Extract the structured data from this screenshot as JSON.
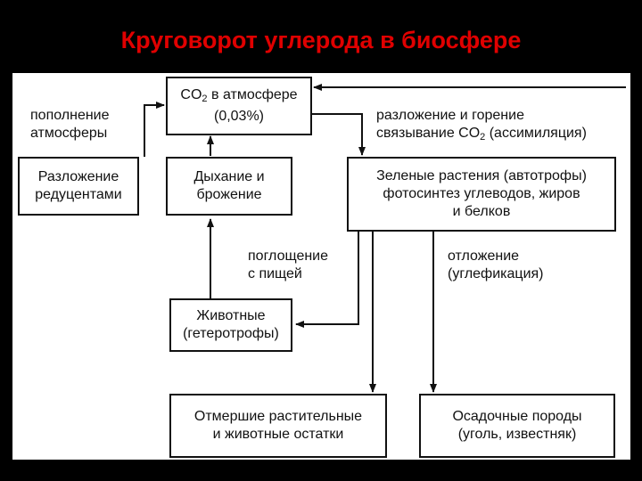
{
  "title": "Круговорот углерода в биосфере",
  "colors": {
    "title": "#e00000",
    "background": "#000000",
    "panel": "#ffffff",
    "ink": "#111111"
  },
  "boxes": {
    "atmosphere": {
      "line1_pre": "CO",
      "line1_sub": "2",
      "line1_post": " в атмосфере",
      "line2": "(0,03%)"
    },
    "decomposers": {
      "line1": "Разложение",
      "line2": "редуцентами"
    },
    "respiration": {
      "line1": "Дыхание и",
      "line2": "брожение"
    },
    "plants": {
      "line1": "Зеленые растения (автотрофы)",
      "line2": "фотосинтез углеводов, жиров",
      "line3": "и белков"
    },
    "animals": {
      "line1": "Животные",
      "line2": "(гетеротрофы)"
    },
    "remains": {
      "line1": "Отмершие  растительные",
      "line2": "и животные остатки"
    },
    "sediments": {
      "line1": "Осадочные породы",
      "line2": "(уголь, известняк)"
    }
  },
  "labels": {
    "replenish": {
      "line1": "пополнение",
      "line2": "атмосферы"
    },
    "decay_burn": {
      "line1": "разложение и горение",
      "line2_pre": "связывание CO",
      "line2_sub": "2",
      "line2_post": " (ассимиляция)"
    },
    "food": {
      "line1": "поглощение",
      "line2": "с пищей"
    },
    "deposit": {
      "line1": "отложение",
      "line2": "(углефикация)"
    }
  }
}
